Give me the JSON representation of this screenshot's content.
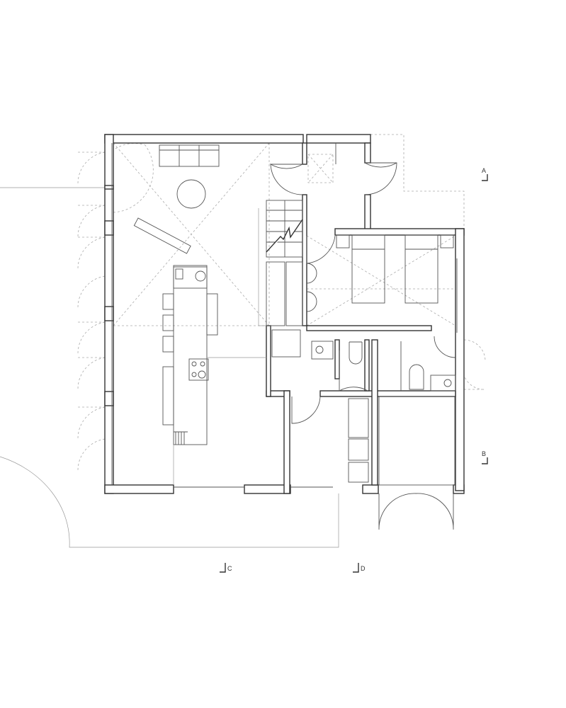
{
  "drawing": {
    "type": "floor plan",
    "line_color": "#333333",
    "section_markers": [
      {
        "id": "section-a",
        "label": "A"
      },
      {
        "id": "section-b",
        "label": "B"
      },
      {
        "id": "section-c",
        "label": "C"
      },
      {
        "id": "section-d",
        "label": "D"
      }
    ]
  }
}
